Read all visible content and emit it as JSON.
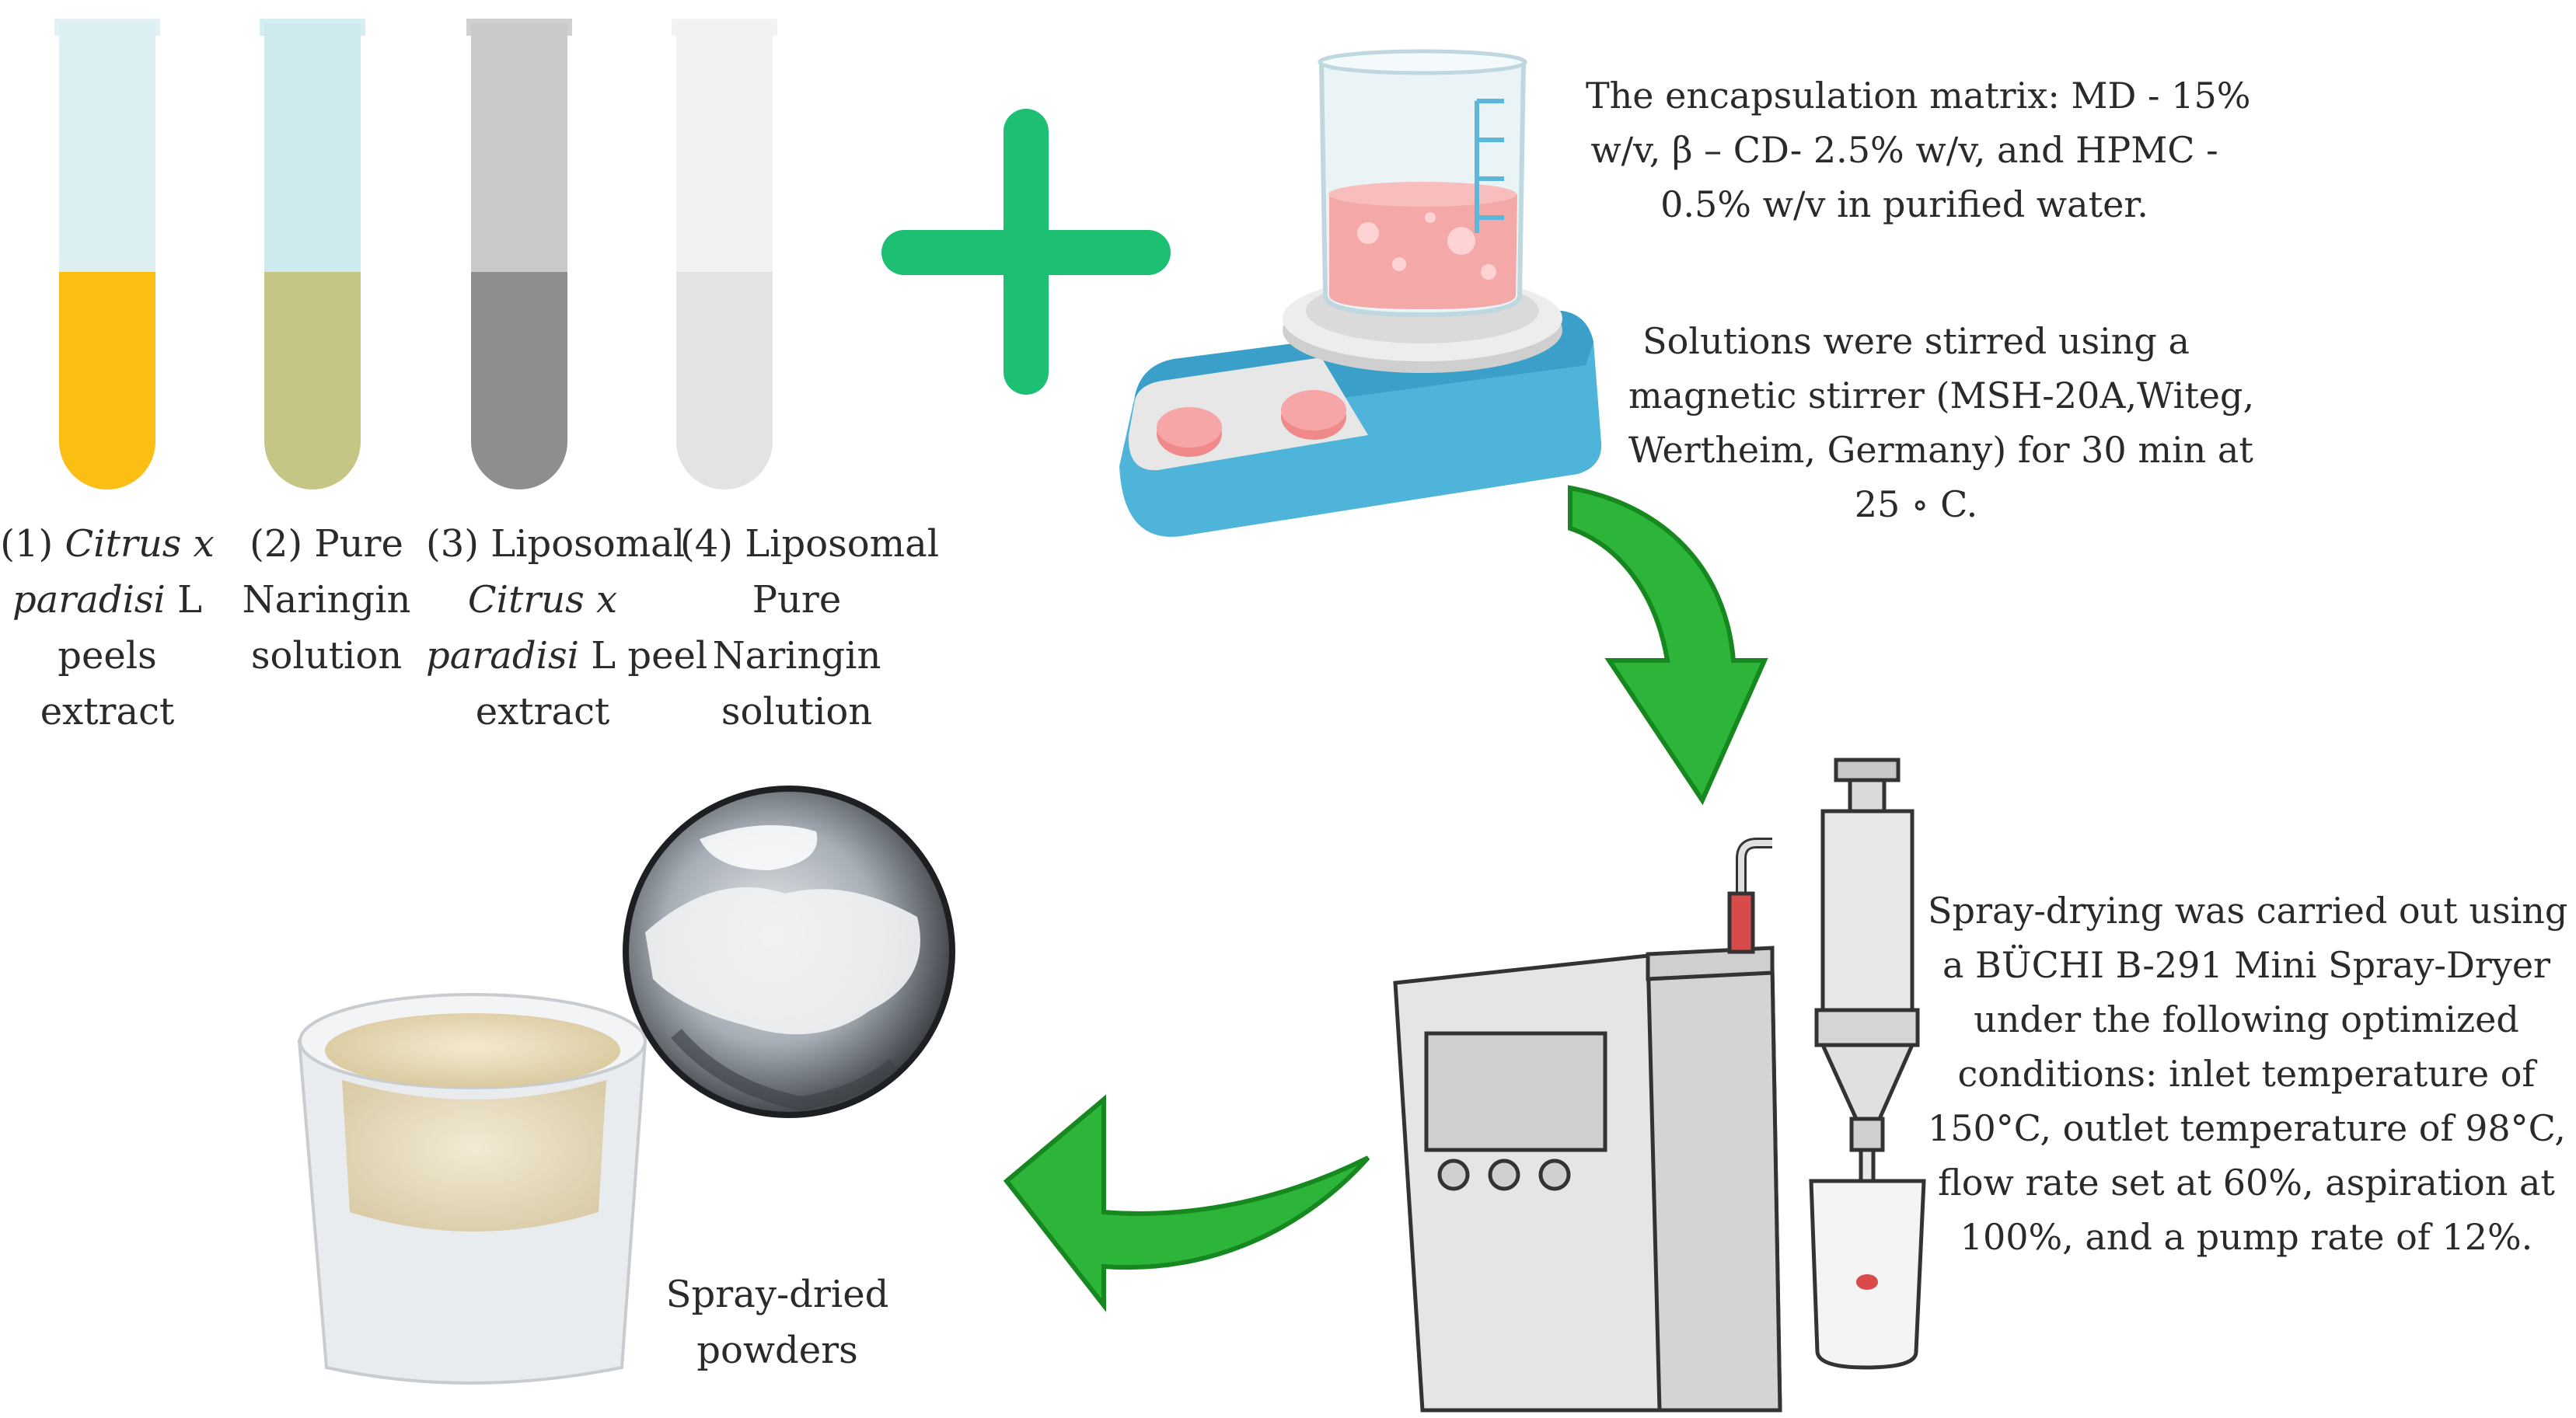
{
  "tubes": [
    {
      "lines": [
        {
          "segments": [
            {
              "text": "(1) "
            },
            {
              "text": "Citrus x",
              "italic": true
            }
          ]
        },
        {
          "segments": [
            {
              "text": "paradisi",
              "italic": true
            },
            {
              "text": " L"
            }
          ]
        },
        {
          "segments": [
            {
              "text": "peels"
            }
          ]
        },
        {
          "segments": [
            {
              "text": "extract"
            }
          ]
        }
      ],
      "liquid_color": "#FBBE14",
      "glass_color": "#DCEFF2"
    },
    {
      "lines": [
        {
          "segments": [
            {
              "text": "(2) Pure"
            }
          ]
        },
        {
          "segments": [
            {
              "text": "Naringin"
            }
          ]
        },
        {
          "segments": [
            {
              "text": "solution"
            }
          ]
        }
      ],
      "liquid_color": "#C5C585",
      "glass_color": "#CDEBEE"
    },
    {
      "lines": [
        {
          "segments": [
            {
              "text": "(3) Liposomal"
            }
          ]
        },
        {
          "segments": [
            {
              "text": "Citrus x",
              "italic": true
            }
          ]
        },
        {
          "segments": [
            {
              "text": "paradisi",
              "italic": true
            },
            {
              "text": " L peel"
            }
          ]
        },
        {
          "segments": [
            {
              "text": "extract"
            }
          ]
        }
      ],
      "liquid_color": "#8E8E8E",
      "glass_color": "#C9C9C9"
    },
    {
      "lines": [
        {
          "segments": [
            {
              "text": "(4) Liposomal"
            }
          ]
        },
        {
          "segments": [
            {
              "text": "Pure"
            }
          ]
        },
        {
          "segments": [
            {
              "text": "Naringin"
            }
          ]
        },
        {
          "segments": [
            {
              "text": "solution"
            }
          ]
        }
      ],
      "liquid_color": "#E3E3E3",
      "glass_color": "#F1F1F1"
    }
  ],
  "matrix_text": [
    "The encapsulation matrix: MD - 15%",
    "w/v,  β – CD- 2.5% w/v, and HPMC -",
    "0.5% w/v in purified water."
  ],
  "stirring_text": [
    "Solutions were stirred using a",
    "magnetic stirrer (MSH-20A,Witeg,",
    "Wertheim, Germany) for 30 min at",
    "25  ∘ C."
  ],
  "spray_text": [
    "Spray-drying was carried out using",
    "a BÜCHI B-291 Mini Spray-Dryer",
    "under the following optimized",
    "conditions: inlet temperature of",
    "150°C, outlet temperature of 98°C, a",
    "flow rate set at 60%, aspiration at",
    "100%, and a pump rate of 12%."
  ],
  "powder_label": [
    "Spray-dried",
    "powders"
  ],
  "colors": {
    "plus_green": "#1DBF73",
    "arrow_green": "#2DB53A",
    "arrow_dark": "#17881F",
    "stirrer_blue": "#4FB4DA",
    "stirrer_top": "#E7E7E7",
    "knob_pink": "#F08A8A",
    "beaker_liquid": "#F5A8A8",
    "dryer_body": "#E5E5E5",
    "outline": "#333333"
  },
  "icons": {
    "plus": "plus-icon",
    "arrow1": "curved-arrow-down-icon",
    "arrow2": "curved-arrow-left-icon",
    "stirrer": "magnetic-stirrer-icon",
    "dryer": "spray-dryer-icon"
  }
}
